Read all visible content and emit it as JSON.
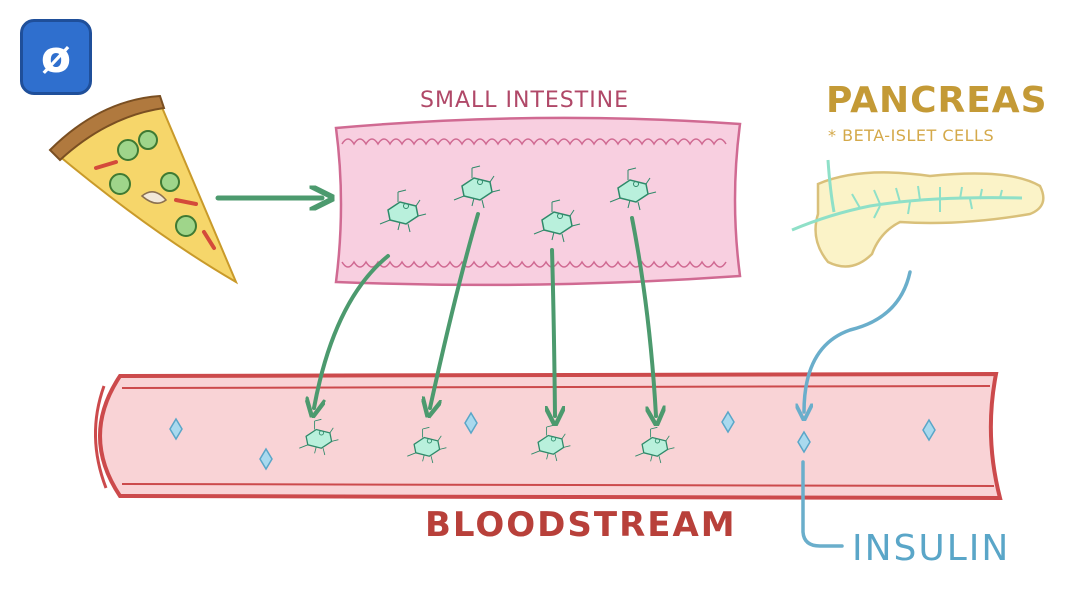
{
  "logo": {
    "symbol": "ø",
    "color": "#2f6fce"
  },
  "labels": {
    "small_intestine": "SMALL INTESTINE",
    "pancreas": "PANCREAS",
    "beta_cells": "* BETA-ISLET CELLS",
    "bloodstream": "BLOODSTREAM",
    "insulin": "INSULIN"
  },
  "colors": {
    "glucose_arrow": "#4c9a6e",
    "insulin_arrow": "#6aaecb",
    "vessel_fill": "#f9d3d6",
    "vessel_wall": "#cc4a4c",
    "intestine_fill": "#f8cfe0",
    "intestine_edge": "#d06a92",
    "glucose_fill": "#b9f0dc",
    "glucose_edge": "#2f8a6a",
    "insulin_diamond": "#a9d9ee",
    "pancreas_fill": "#fbf3c8"
  },
  "icons": [
    "pizza-slice-icon",
    "glucose-molecule-icon",
    "insulin-diamond-icon",
    "pancreas-organ-icon"
  ]
}
